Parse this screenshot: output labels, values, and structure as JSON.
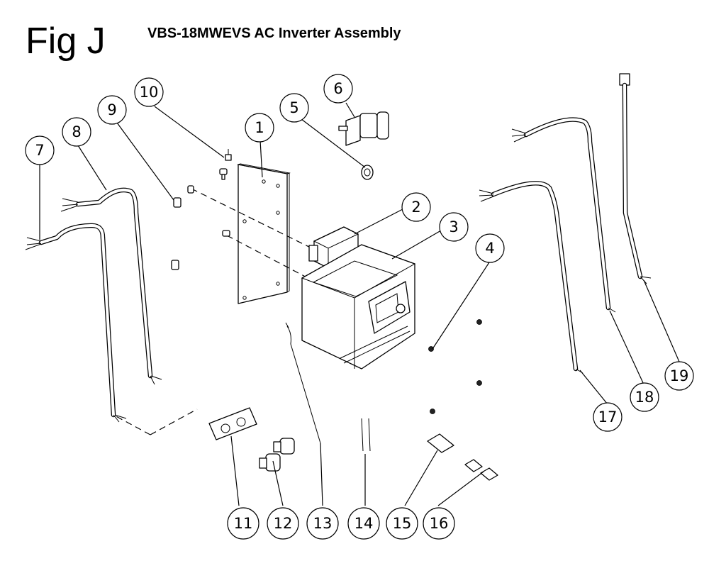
{
  "header": {
    "fig_label": "Fig J",
    "title": "VBS-18MWEVS AC Inverter Assembly"
  },
  "callouts": [
    "1",
    "2",
    "3",
    "4",
    "5",
    "6",
    "7",
    "8",
    "9",
    "10",
    "11",
    "12",
    "13",
    "14",
    "15",
    "16",
    "17",
    "18",
    "19"
  ]
}
